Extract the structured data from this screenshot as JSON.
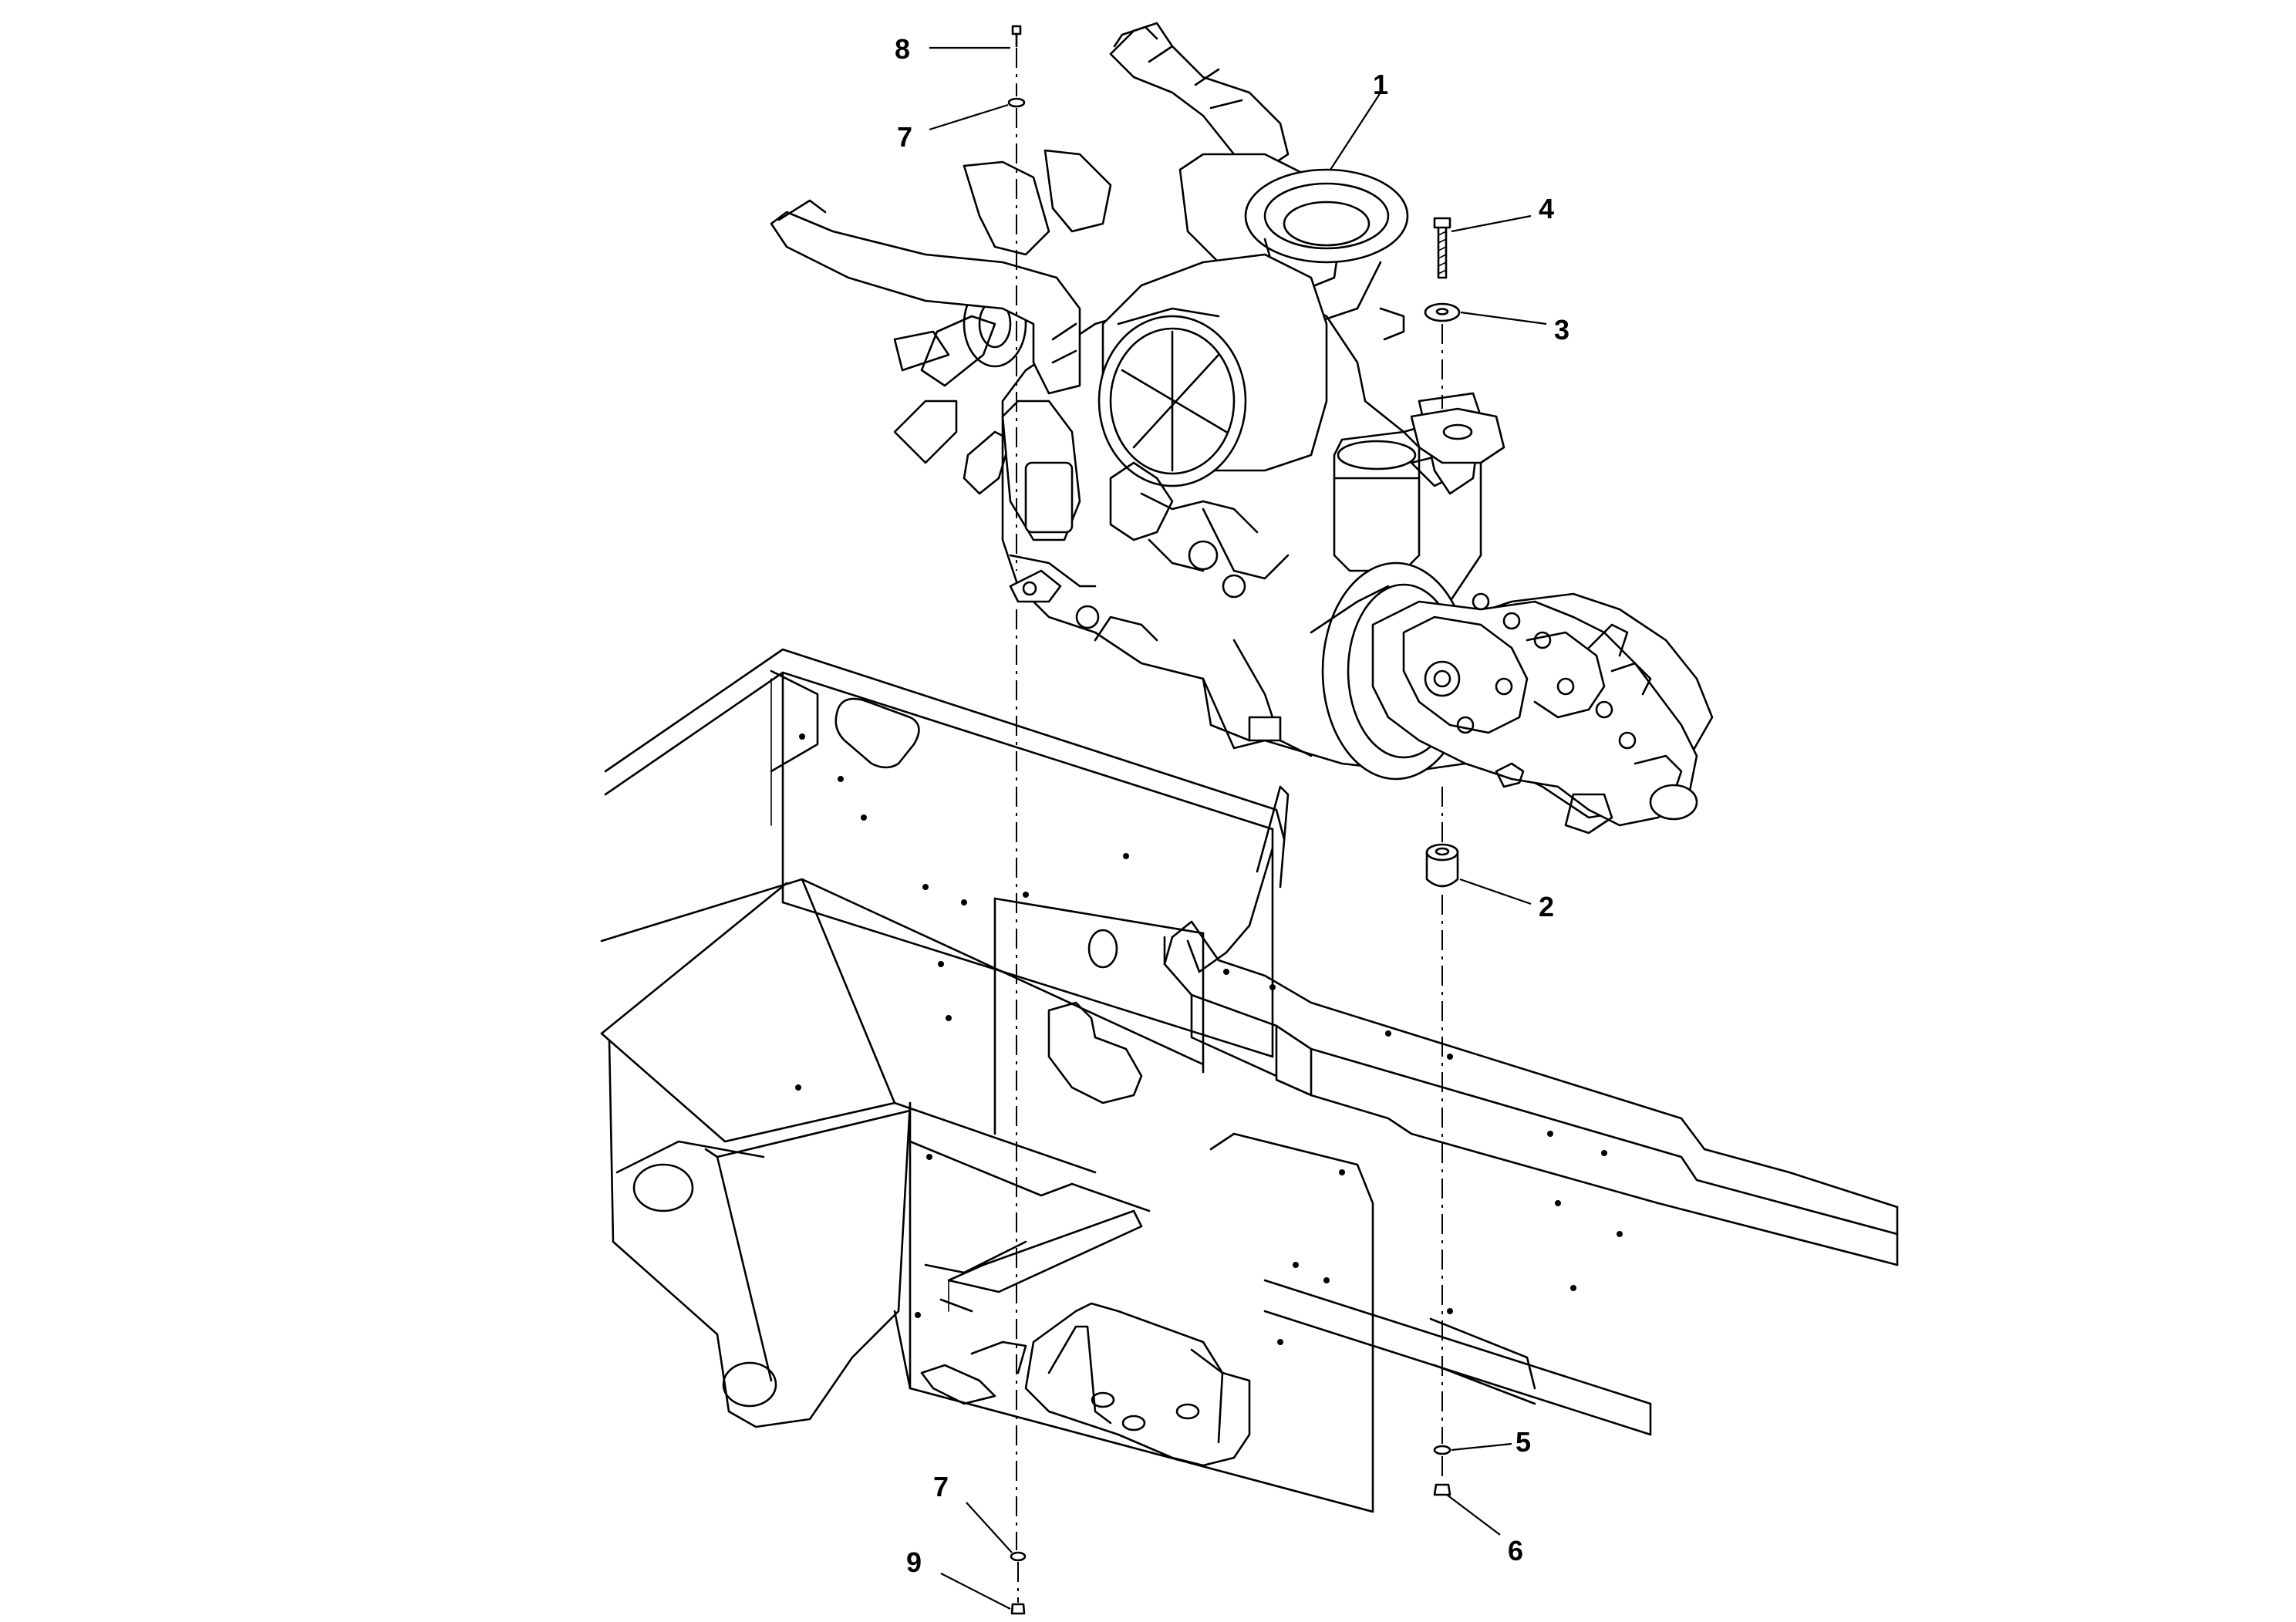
{
  "callouts": {
    "c1": "1",
    "c2": "2",
    "c3": "3",
    "c4": "4",
    "c5": "5",
    "c6": "6",
    "c7a": "7",
    "c7b": "7",
    "c8": "8",
    "c9": "9"
  }
}
